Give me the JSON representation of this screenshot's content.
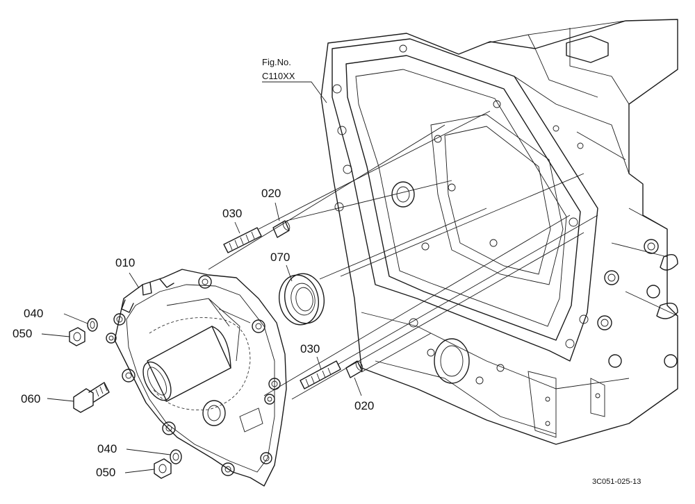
{
  "figure_reference": {
    "line1": "Fig.No.",
    "line2": "C110XX"
  },
  "drawing_code": "3C051-025-13",
  "callouts": {
    "p010": "010",
    "p020_top": "020",
    "p020_bottom": "020",
    "p030_top": "030",
    "p030_bottom": "030",
    "p040_top": "040",
    "p040_bottom": "040",
    "p050_top": "050",
    "p050_bottom": "050",
    "p060": "060",
    "p070": "070"
  }
}
